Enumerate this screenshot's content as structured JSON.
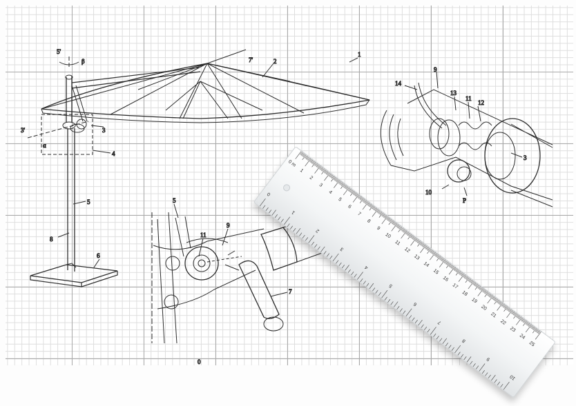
{
  "figure": {
    "ref_numerals": {
      "assembly": "1",
      "canopy": "2",
      "hub": "3",
      "bracket": "4",
      "pole": "5",
      "base": "6",
      "crank_handle": "7",
      "axis_8": "8",
      "cable": "9",
      "tilt_gear": "10",
      "disk": "11",
      "spring": "12",
      "housing": "13",
      "line": "14"
    },
    "axis_labels": {
      "rot_5": "5'",
      "rot_3": "3'",
      "rot_7": "7'",
      "gear_P": "P",
      "beta": "β",
      "alpha": "α",
      "zero_mark": "0"
    }
  },
  "ruler": {
    "cm_numbers": [
      "0 m",
      "1",
      "2",
      "3",
      "4",
      "5",
      "6",
      "7",
      "8",
      "9",
      "10",
      "11",
      "12",
      "13",
      "14",
      "15",
      "16",
      "17",
      "18",
      "19",
      "20",
      "21",
      "22",
      "23",
      "24",
      "25"
    ],
    "inch_numbers": [
      "0",
      "1",
      "2",
      "3",
      "4",
      "5",
      "6",
      "7",
      "8",
      "9",
      "10"
    ],
    "colors": {
      "face": "#f4f6f7",
      "ticks": "#555555"
    }
  }
}
